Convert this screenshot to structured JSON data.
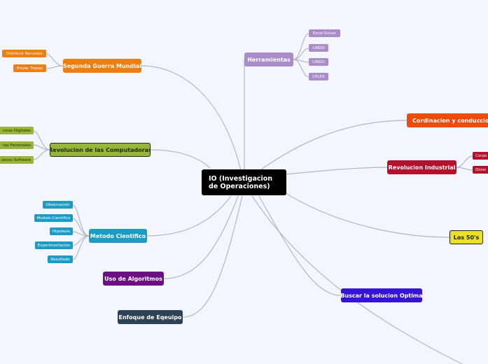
{
  "central": {
    "line1": "IO (Investigacion",
    "line2": "de Operaciones)"
  },
  "colors": {
    "link": "#b4b8c6",
    "orange": "#ef7e10",
    "olive": "#98b53a",
    "teal": "#1c9bc5",
    "purple": "#6d0f84",
    "slate": "#2d4253",
    "lavender": "#a98cc9",
    "red_orange": "#f04a0b",
    "crimson": "#b50f2c",
    "yellow": "#eadf2b",
    "blue": "#3713d6"
  },
  "branches": {
    "segunda": {
      "label": "Segunda Guerra Mundial",
      "children": [
        "Distribuir Recursos",
        "Enviar Tropas"
      ]
    },
    "revcomp": {
      "label": "Revolucion de las Computadoras",
      "children": [
        "nicas Digitales",
        "ras Personales",
        "uevos Software"
      ]
    },
    "metodo": {
      "label": "Metodo Cientifico",
      "children": [
        "Observacion",
        "Modelo Cientifico",
        "Hipotesis",
        "Experimentacion",
        "Resultado"
      ]
    },
    "algoritmos": {
      "label": "Uso de Algoritmos"
    },
    "equipo": {
      "label": "Enfoque de Eqeuipo"
    },
    "herramientas": {
      "label": "Herramientas",
      "children": [
        "Excel Solver",
        "LINDO",
        "LINGO",
        "CPLEX"
      ]
    },
    "coordinacion": {
      "label": "Cordinacion y conduccion de"
    },
    "revind": {
      "label": "Revolucion Industrial",
      "children": [
        "Corpo",
        "Divisi"
      ]
    },
    "cincuenta": {
      "label": "Los 50's"
    },
    "optima": {
      "label": "Buscar la solucion Optima"
    }
  }
}
